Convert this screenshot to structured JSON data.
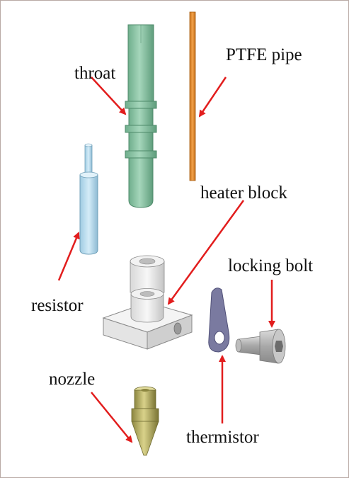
{
  "labels": {
    "throat": "throat",
    "ptfe_pipe": "PTFE pipe",
    "heater_block": "heater block",
    "locking_bolt": "locking bolt",
    "resistor": "resistor",
    "nozzle": "nozzle",
    "thermistor": "thermistor"
  },
  "colors": {
    "frame_border": "#b9a9a4",
    "arrow": "#e21d1d",
    "throat": "#8fc7a8",
    "ptfe": "#e8922a",
    "resistor": "#b9dcee",
    "heater_block": "#e8e8e8",
    "thermistor": "#7a7aa0",
    "bolt": "#b0b0b0",
    "nozzle": "#b9b060"
  }
}
